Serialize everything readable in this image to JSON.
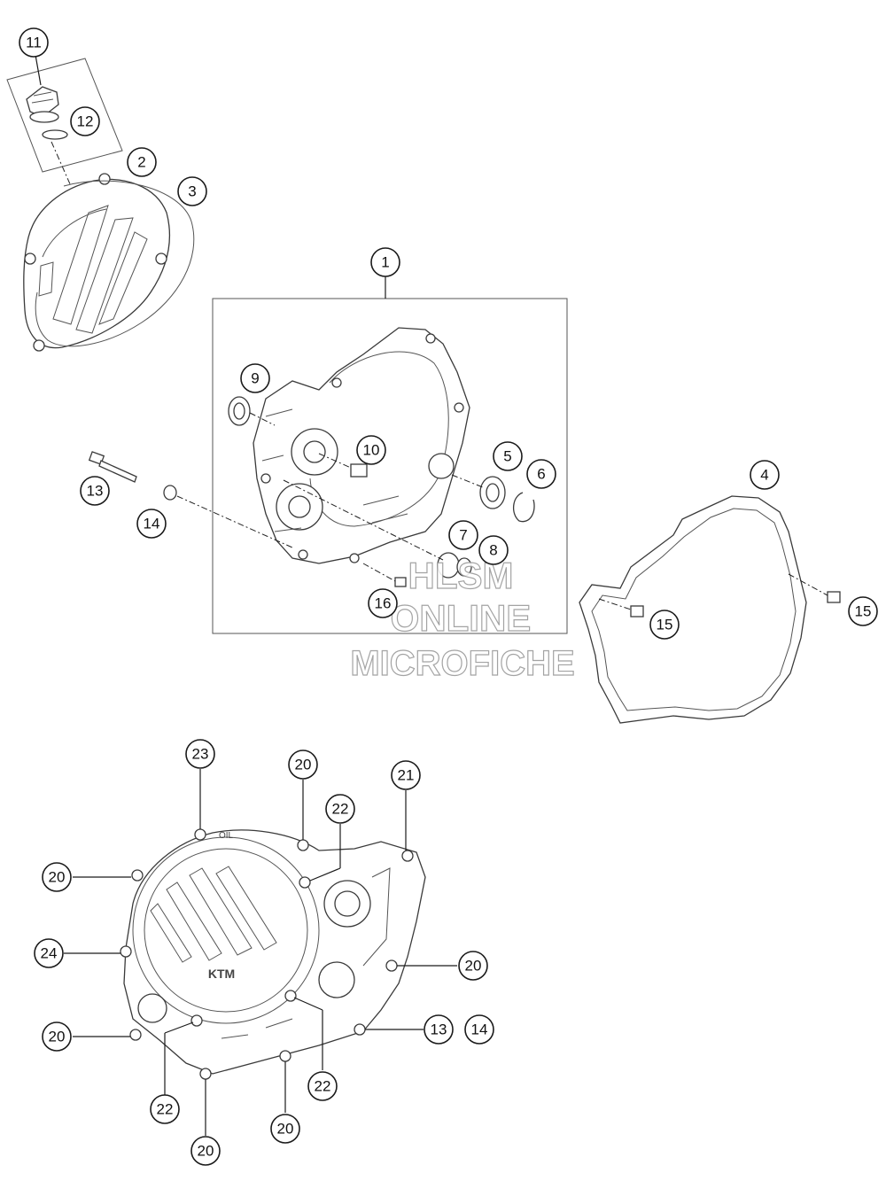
{
  "watermark": {
    "line1": "HLSM",
    "line2": "ONLINE",
    "line3": "MICROFICHE"
  },
  "callouts": [
    {
      "id": "c11",
      "label": "11"
    },
    {
      "id": "c12",
      "label": "12"
    },
    {
      "id": "c2",
      "label": "2"
    },
    {
      "id": "c3",
      "label": "3"
    },
    {
      "id": "c1",
      "label": "1"
    },
    {
      "id": "c9",
      "label": "9"
    },
    {
      "id": "c10",
      "label": "10"
    },
    {
      "id": "c5",
      "label": "5"
    },
    {
      "id": "c6",
      "label": "6"
    },
    {
      "id": "c4",
      "label": "4"
    },
    {
      "id": "c13a",
      "label": "13"
    },
    {
      "id": "c14a",
      "label": "14"
    },
    {
      "id": "c7",
      "label": "7"
    },
    {
      "id": "c8",
      "label": "8"
    },
    {
      "id": "c16",
      "label": "16"
    },
    {
      "id": "c15a",
      "label": "15"
    },
    {
      "id": "c15b",
      "label": "15"
    },
    {
      "id": "c23",
      "label": "23"
    },
    {
      "id": "c20a",
      "label": "20"
    },
    {
      "id": "c22a",
      "label": "22"
    },
    {
      "id": "c21",
      "label": "21"
    },
    {
      "id": "c20b",
      "label": "20"
    },
    {
      "id": "c24",
      "label": "24"
    },
    {
      "id": "c20c",
      "label": "20"
    },
    {
      "id": "c20d",
      "label": "20"
    },
    {
      "id": "c13b",
      "label": "13"
    },
    {
      "id": "c14b",
      "label": "14"
    },
    {
      "id": "c22b",
      "label": "22"
    },
    {
      "id": "c22c",
      "label": "22"
    },
    {
      "id": "c20e",
      "label": "20"
    },
    {
      "id": "c20f",
      "label": "20"
    }
  ],
  "cover_labels": {
    "logo": "KTM",
    "oil": "OIL"
  }
}
